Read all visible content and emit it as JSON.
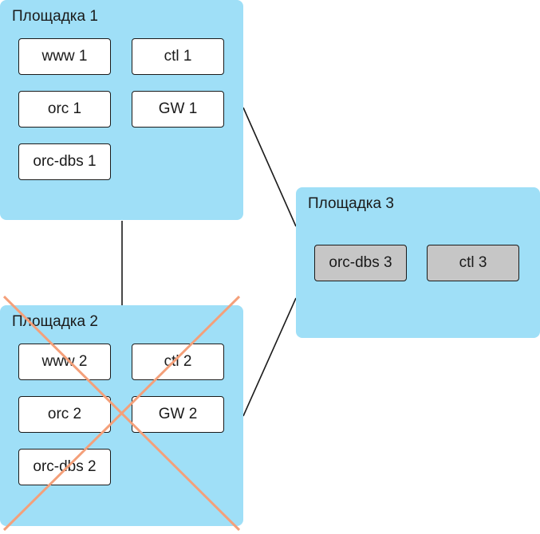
{
  "sites": [
    {
      "title": "Площадка 1",
      "nodes": [
        "www 1",
        "ctl 1",
        "orc 1",
        "GW 1",
        "orc-dbs 1"
      ]
    },
    {
      "title": "Площадка 2",
      "status": "failed",
      "nodes": [
        "www 2",
        "ctl 2",
        "orc 2",
        "GW 2",
        "orc-dbs 2"
      ]
    },
    {
      "title": "Площадка 3",
      "nodes": [
        "orc-dbs 3",
        "ctl 3"
      ]
    }
  ],
  "colors": {
    "site_fill": "#9fdff7",
    "node_fill": "#ffffff",
    "node_fill_site3": "#c6c6c6",
    "failure_cross": "#f4a07a",
    "connector": "#1a1a1a"
  }
}
